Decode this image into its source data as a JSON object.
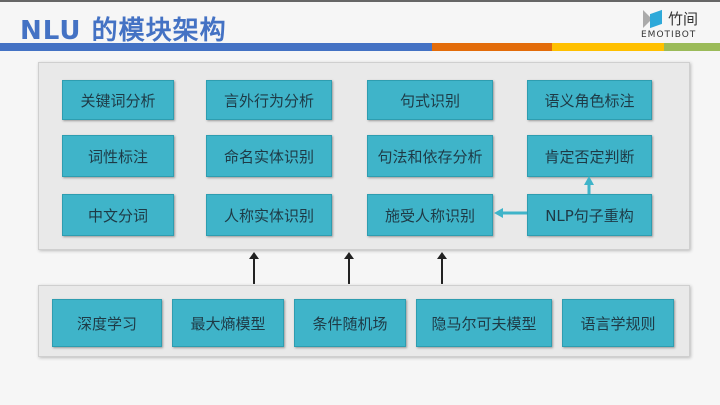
{
  "title": "NLU 的模块架构",
  "logo": {
    "cn": "竹间",
    "en": "EMOTIBOT"
  },
  "colors": {
    "box": "#3fb4c9",
    "title": "#4472c4",
    "bars": [
      "#4472c4",
      "#e36c0a",
      "#ffc000",
      "#9bbb59"
    ]
  },
  "modules": [
    [
      "关键词分析",
      "言外行为分析",
      "句式识别",
      "语义角色标注"
    ],
    [
      "词性标注",
      "命名实体识别",
      "句法和依存分析",
      "肯定否定判断"
    ],
    [
      "中文分词",
      "人称实体识别",
      "施受人称识别",
      "NLP句子重构"
    ]
  ],
  "methods": [
    "深度学习",
    "最大熵模型",
    "条件随机场",
    "隐马尔可夫模型",
    "语言学规则"
  ]
}
